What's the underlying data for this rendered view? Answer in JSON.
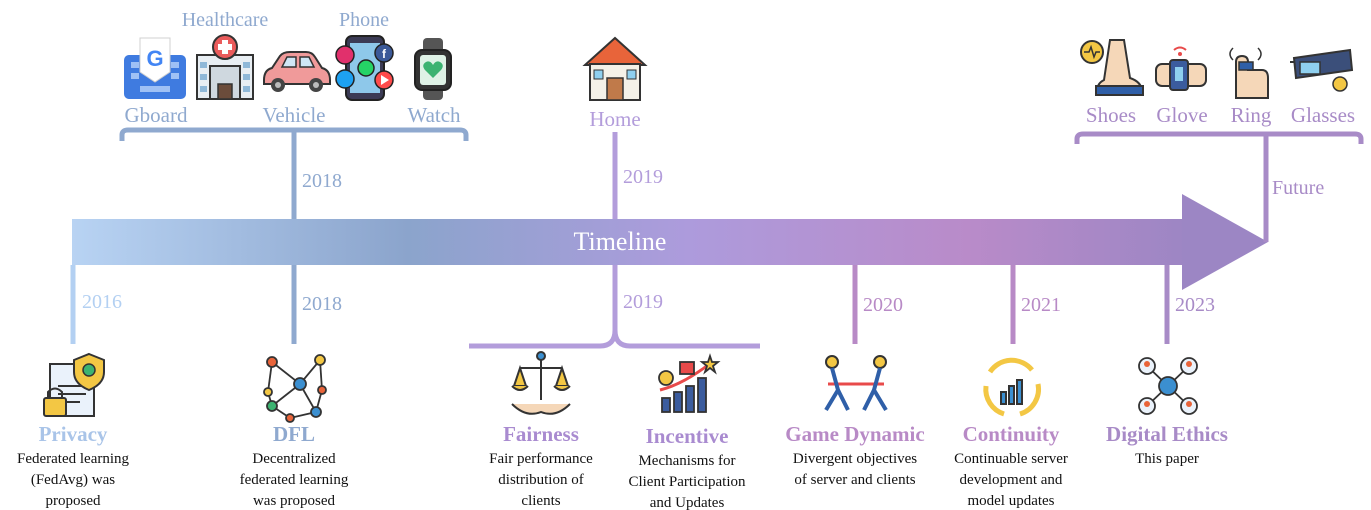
{
  "timeline_label": "Timeline",
  "top_groups": {
    "y2018": {
      "year": "2018",
      "devices": [
        "Healthcare",
        "Phone",
        "Gboard",
        "Vehicle",
        "Watch"
      ]
    },
    "y2019": {
      "year": "2019",
      "devices": [
        "Home"
      ]
    },
    "future": {
      "label": "Future",
      "devices": [
        "Shoes",
        "Glove",
        "Ring",
        "Glasses"
      ]
    }
  },
  "milestones": [
    {
      "year": "2016",
      "title": "Privacy",
      "desc": [
        "Federated learning",
        "(FedAvg) was",
        "proposed"
      ]
    },
    {
      "year": "2018",
      "title": "DFL",
      "desc": [
        "Decentralized",
        "federated learning",
        "was proposed"
      ]
    },
    {
      "year": "2019",
      "title": "Fairness",
      "desc": [
        "Fair performance",
        "distribution of",
        "clients"
      ]
    },
    {
      "year": "",
      "title": "Incentive",
      "desc": [
        "Mechanisms for",
        "Client Participation",
        "and Updates"
      ]
    },
    {
      "year": "2020",
      "title": "Game Dynamic",
      "desc": [
        "Divergent objectives",
        "of server and clients"
      ]
    },
    {
      "year": "2021",
      "title": "Continuity",
      "desc": [
        "Continuable server",
        "development and",
        "model updates"
      ]
    },
    {
      "year": "2023",
      "title": "Digital Ethics",
      "desc": [
        "This paper"
      ]
    }
  ],
  "colors": {
    "blue_light": "#b3d0f2",
    "blue": "#8fa9cf",
    "purple": "#b39ddb",
    "purple_dark": "#a88bc7",
    "violet": "#b88ac6",
    "title_blue": "#a9c4e8",
    "title_purple": "#a98bd0"
  }
}
